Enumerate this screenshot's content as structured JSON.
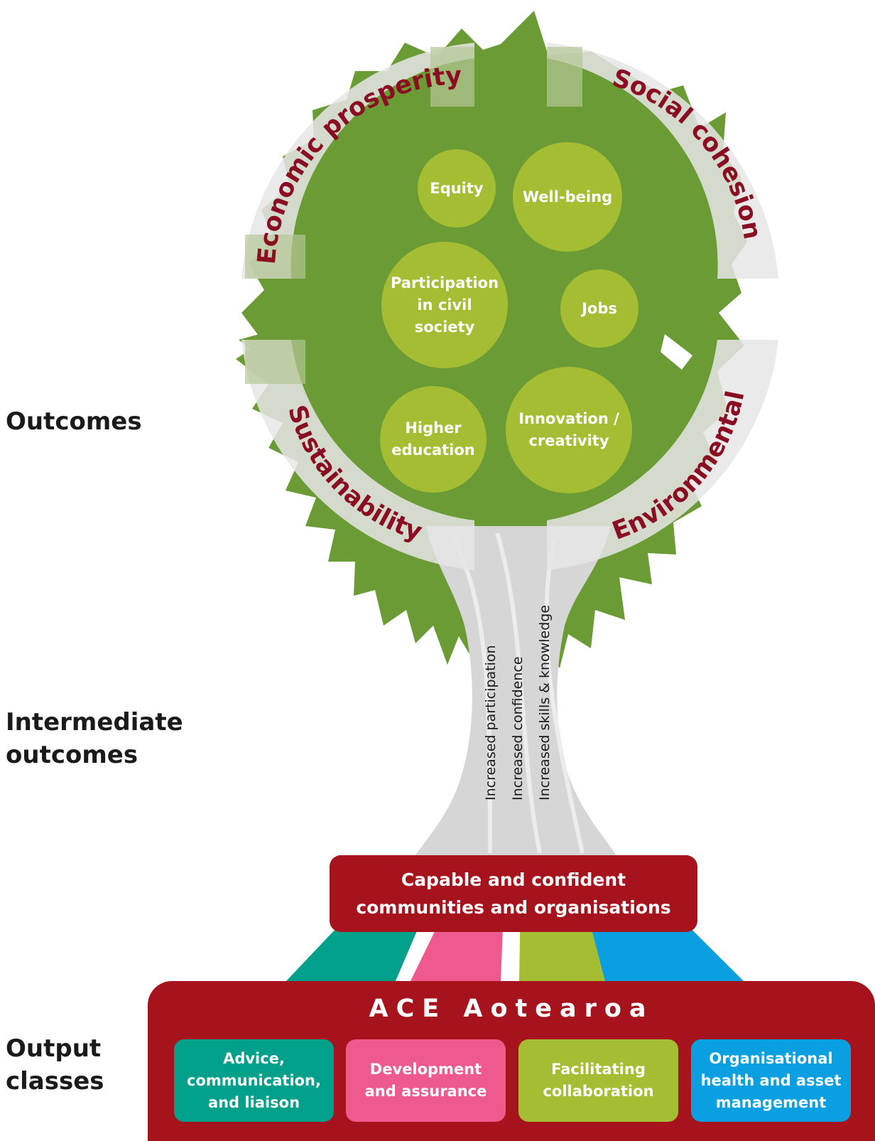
{
  "side_labels": {
    "outcomes": "Outcomes",
    "intermediate": "Intermediate\noutcomes",
    "output_classes": "Output\nclasses"
  },
  "arcs": {
    "economic": "Economic prosperity",
    "social": "Social cohesion",
    "sustainability": "Sustainability",
    "environmental": "Environmental"
  },
  "circles": {
    "equity": "Equity",
    "wellbeing": "Well-being",
    "participation": "Participation\nin civil\nsociety",
    "jobs": "Jobs",
    "higher_education": "Higher\neducation",
    "innovation": "Innovation /\ncreativity"
  },
  "trunk_labels": {
    "participation": "Increased participation",
    "confidence": "Increased confidence",
    "skills": "Increased skills & knowledge"
  },
  "capable": "Capable and confident\ncommunities and organisations",
  "ace_title": "ACE Aotearoa",
  "output_cards": [
    {
      "label": "Advice,\ncommunication,\nand liaison",
      "color": "#00a08a"
    },
    {
      "label": "Development\nand assurance",
      "color": "#ee5a8d"
    },
    {
      "label": "Facilitating\ncollaboration",
      "color": "#a4bd32"
    },
    {
      "label": "Organisational\nhealth and asset\nmanagement",
      "color": "#0a9fe0"
    }
  ],
  "colors": {
    "tree_green": "#6b9b35",
    "circle_green": "#a4bd32",
    "arc_gray": "#e6e6e6",
    "arc_text": "#8a0d22",
    "dark_red": "#a7131d",
    "teal": "#00a08a",
    "pink": "#ee5a8d",
    "lime": "#a4bd32",
    "blue": "#0a9fe0"
  }
}
